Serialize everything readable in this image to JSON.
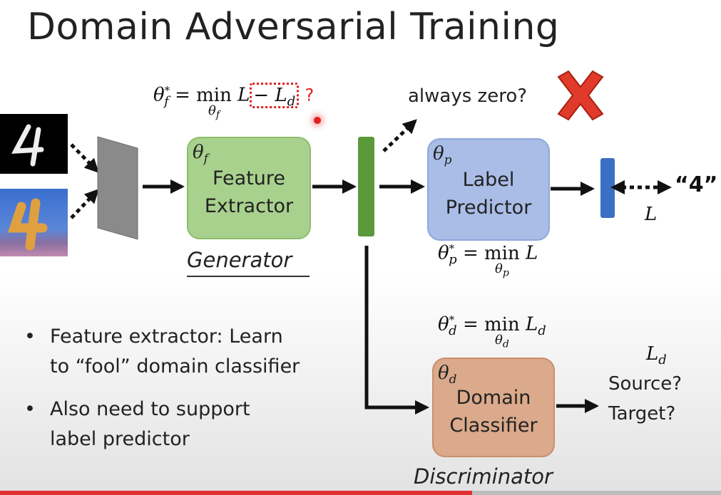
{
  "title": "Domain Adversarial Training",
  "formulas": {
    "feature": {
      "lhs": "θ",
      "lhs_sup": "*",
      "lhs_sub": "f",
      "eq": "=",
      "op": "min",
      "op_under": "θ",
      "op_under_sub": "f",
      "term": "L",
      "minus": "−",
      "neg_term": "L",
      "neg_term_sub": "d",
      "question": "?"
    },
    "predictor": {
      "lhs": "θ",
      "lhs_sup": "*",
      "lhs_sub": "p",
      "eq": "=",
      "op": "min",
      "op_under": "θ",
      "op_under_sub": "p",
      "term": "L"
    },
    "discriminator": {
      "lhs": "θ",
      "lhs_sup": "*",
      "lhs_sub": "d",
      "eq": "=",
      "op": "min",
      "op_under": "θ",
      "op_under_sub": "d",
      "term": "L",
      "term_sub": "d"
    }
  },
  "always_zero": "always zero?",
  "blocks": {
    "feature_extractor": {
      "param": "θ",
      "param_sub": "f",
      "line1": "Feature",
      "line2": "Extractor",
      "role": "Generator"
    },
    "label_predictor": {
      "param": "θ",
      "param_sub": "p",
      "line1": "Label",
      "line2": "Predictor"
    },
    "domain_classifier": {
      "param": "θ",
      "param_sub": "d",
      "line1": "Domain",
      "line2": "Classifier",
      "role": "Discriminator"
    }
  },
  "outputs": {
    "label": "“4”",
    "label_loss": "L",
    "domain_loss": "L",
    "domain_loss_sub": "d",
    "source": "Source?",
    "target": "Target?"
  },
  "bullets": [
    {
      "line1": "Feature extractor: Learn",
      "line2": "to “fool” domain classifier"
    },
    {
      "line1": "Also need to support",
      "line2": "label predictor"
    }
  ],
  "colors": {
    "feature_extractor": "#a9d18e",
    "label_predictor": "#a9bde6",
    "domain_classifier": "#dba98b",
    "feature_bar": "#5a9a3a",
    "label_bar": "#3b6fc4",
    "highlight": "#e02020",
    "progress": "#e03030"
  },
  "progress": 0.655
}
